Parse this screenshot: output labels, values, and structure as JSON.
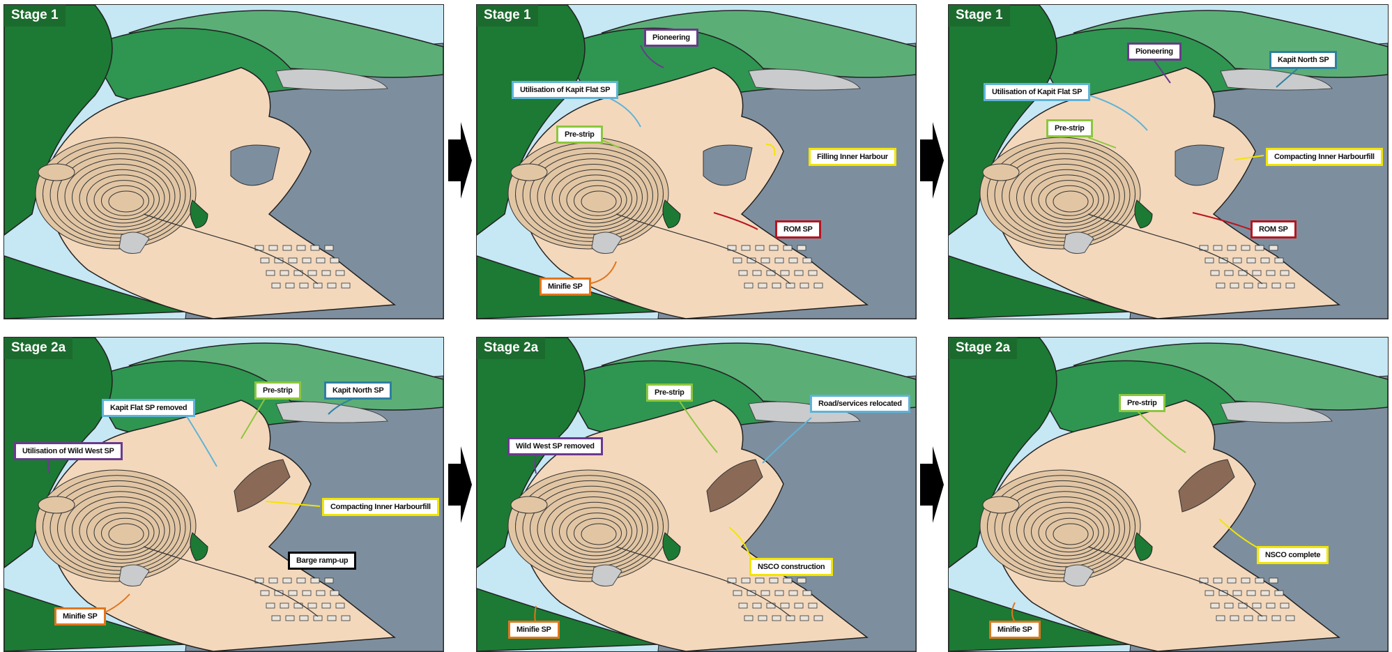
{
  "colors": {
    "sky": "#c6e7f4",
    "sea": "#7d8f9f",
    "forest_dark": "#1c7a34",
    "forest_mid": "#2e9650",
    "forest_light": "#5cae77",
    "sand": "#f4d8bc",
    "sand_dark": "#e2c6a4",
    "brown": "#8a6a56",
    "grey": "#c9cbcd",
    "purple": "#6a3a8c",
    "teal": "#2e7fa0",
    "lightblue": "#5fb3d6",
    "green": "#8cc63e",
    "yellow": "#f2e500",
    "red": "#b8141e",
    "orange": "#e0761e",
    "black": "#000000"
  },
  "panels": [
    {
      "stage": "Stage 1",
      "callouts": []
    },
    {
      "stage": "Stage 1",
      "callouts": [
        {
          "text": "Pioneering",
          "color": "purple"
        },
        {
          "text": "Utilisation of Kapit Flat SP",
          "color": "lightblue"
        },
        {
          "text": "Pre-strip",
          "color": "green"
        },
        {
          "text": "Filling Inner Harbour",
          "color": "yellow"
        },
        {
          "text": "ROM SP",
          "color": "red"
        },
        {
          "text": "Minifie SP",
          "color": "orange"
        }
      ]
    },
    {
      "stage": "Stage 1",
      "callouts": [
        {
          "text": "Pioneering",
          "color": "purple"
        },
        {
          "text": "Kapit North SP",
          "color": "teal"
        },
        {
          "text": "Utilisation of Kapit Flat SP",
          "color": "lightblue"
        },
        {
          "text": "Pre-strip",
          "color": "green"
        },
        {
          "text": "Compacting Inner Harbourfill",
          "color": "yellow"
        },
        {
          "text": "ROM SP",
          "color": "red"
        }
      ]
    },
    {
      "stage": "Stage 2a",
      "callouts": [
        {
          "text": "Pre-strip",
          "color": "green"
        },
        {
          "text": "Kapit North SP",
          "color": "teal"
        },
        {
          "text": "Kapit Flat SP removed",
          "color": "lightblue"
        },
        {
          "text": "Utilisation of Wild West SP",
          "color": "purple"
        },
        {
          "text": "Compacting Inner Harbourfill",
          "color": "yellow"
        },
        {
          "text": "Barge ramp-up",
          "color": "black"
        },
        {
          "text": "Minifie SP",
          "color": "orange"
        }
      ]
    },
    {
      "stage": "Stage 2a",
      "callouts": [
        {
          "text": "Pre-strip",
          "color": "green"
        },
        {
          "text": "Road/services relocated",
          "color": "lightblue"
        },
        {
          "text": "Wild West SP removed",
          "color": "purple"
        },
        {
          "text": "NSCO construction",
          "color": "yellow"
        },
        {
          "text": "Minifie SP",
          "color": "orange"
        }
      ]
    },
    {
      "stage": "Stage 2a",
      "callouts": [
        {
          "text": "Pre-strip",
          "color": "green"
        },
        {
          "text": "NSCO complete",
          "color": "yellow"
        },
        {
          "text": "Minifie SP",
          "color": "orange"
        }
      ]
    }
  ]
}
